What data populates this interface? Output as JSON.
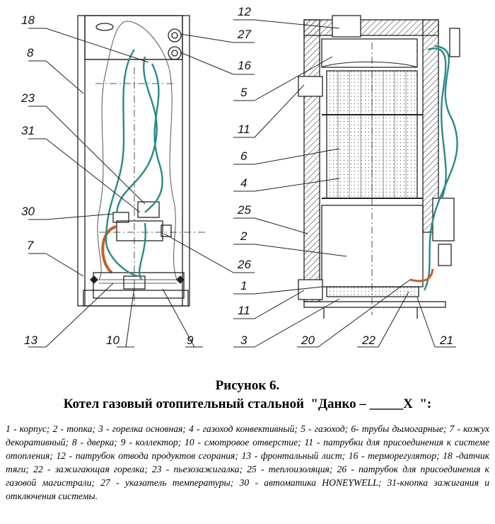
{
  "callouts": [
    "18",
    "8",
    "23",
    "31",
    "30",
    "7",
    "13",
    "10",
    "9",
    "12",
    "27",
    "16",
    "5",
    "11",
    "6",
    "4",
    "25",
    "2",
    "26",
    "1",
    "11",
    "3",
    "20",
    "22",
    "21"
  ],
  "caption": {
    "title": "Рисунок 6.",
    "subtitle": "Котел газовый отопительный стальной  \"Данко – _____Х  \":"
  },
  "legend": "1 - корпус; 2 - топка; 3 - горелка основная; 4 - газоход конвективный;  5 - газоход;    6- трубы дымогарные; 7 - кожух декоративный; 8 - дверка; 9 - коллектор; 10 - смотровое отверстие; 11 - патрубки для присоединения к системе отопления; 12 - патрубок отвода продуктов сгорания; 13 - фронтальный лист;  16 - терморегулятор;  18 -датчик тяги; 22 - зажигающая горелка;  23  -  пьезозажигалка;  25  -  теплоизоляция;  26  -  патрубок  для присоединения к газовой магистрали;  27  -  указатель  температуры;  30  -  автоматика HONEYWELL; 31-кнопка зажигания и отключения системы."
}
